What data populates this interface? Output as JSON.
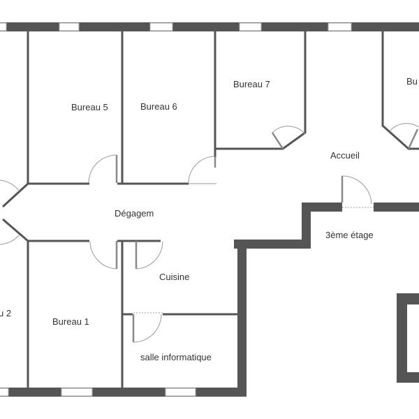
{
  "plan": {
    "rooms": {
      "bureau5": "Bureau 5",
      "bureau6": "Bureau 6",
      "bureau7": "Bureau 7",
      "bureau8": "Bu",
      "accueil": "Accueil",
      "degagement": "Dégagem",
      "etage": "3ème étage",
      "cuisine": "Cuisine",
      "bureau2": "u 2",
      "bureau1": "Bureau 1",
      "salle_info": "salle informatique"
    },
    "colors": {
      "wall": "#555555",
      "background": "#ffffff"
    }
  }
}
